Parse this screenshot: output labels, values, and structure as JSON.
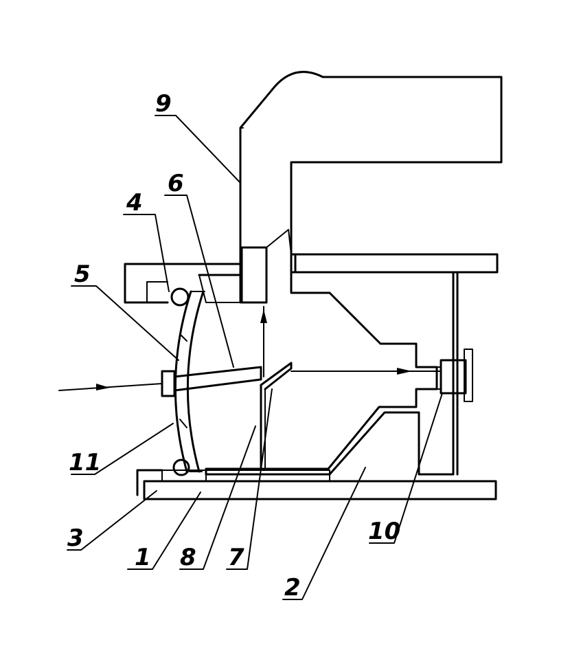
{
  "labels": {
    "l1": "1",
    "l2": "2",
    "l3": "3",
    "l4": "4",
    "l5": "5",
    "l6": "6",
    "l7": "7",
    "l8": "8",
    "l9": "9",
    "l10": "10",
    "l11": "11"
  },
  "colors": {
    "ink": "#000000",
    "paper": "#ffffff"
  }
}
